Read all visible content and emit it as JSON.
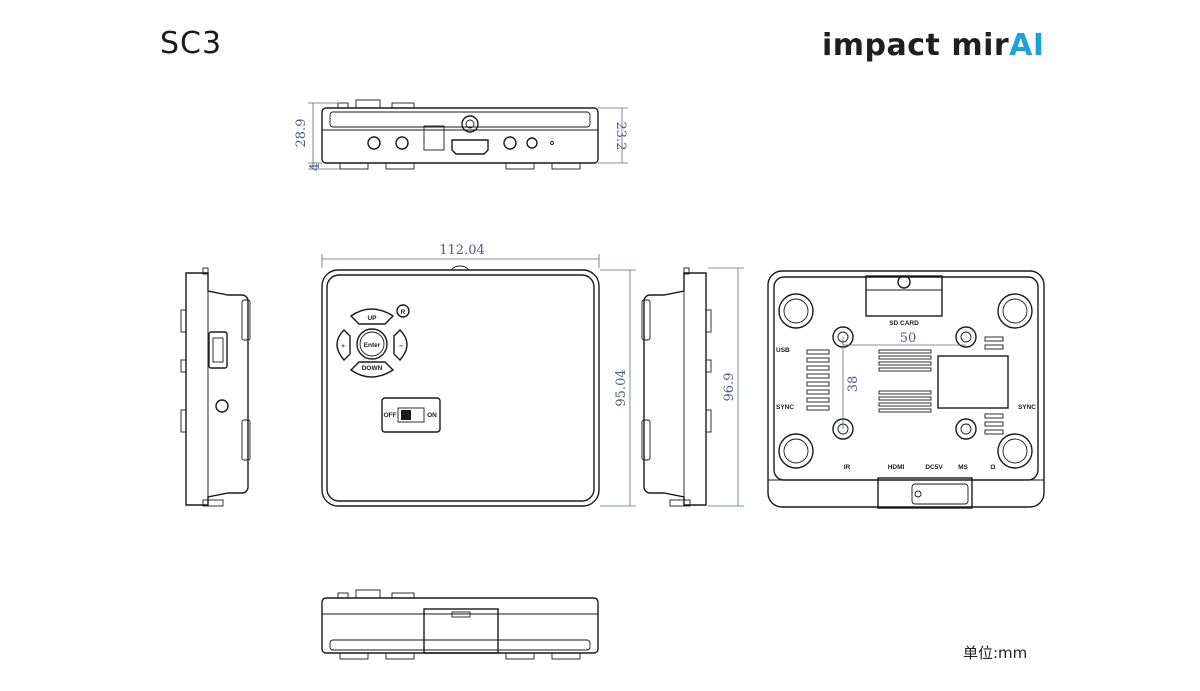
{
  "header": {
    "title": "SC3",
    "logo_prefix": "impact mir",
    "logo_suffix": "AI",
    "logo_accent_color": "#1aa3d8"
  },
  "footer": {
    "units": "单位:mm"
  },
  "dimensions": {
    "top_height_total": "28.9",
    "top_height_foot": "4",
    "top_height_body": "23.2",
    "front_width": "112.04",
    "front_height": "95.04",
    "side_height": "96.9",
    "back_hole_spacing_x": "50",
    "back_hole_spacing_y": "38"
  },
  "front_panel": {
    "up_label": "UP",
    "down_label": "DOWN",
    "enter_label": "Enter",
    "plus_label": "+",
    "minus_label": "−",
    "registered_label": "R",
    "switch_off_label": "OFF",
    "switch_on_label": "ON"
  },
  "back_panel": {
    "sd_card_label": "SD CARD",
    "usb_label": "USB",
    "sync_left_label": "SYNC",
    "sync_right_label": "SYNC",
    "ir_label": "IR",
    "hdmi_label": "HDMI",
    "dc5v_label": "DC5V",
    "ms_label": "MS",
    "headphone_label": "Ω"
  }
}
